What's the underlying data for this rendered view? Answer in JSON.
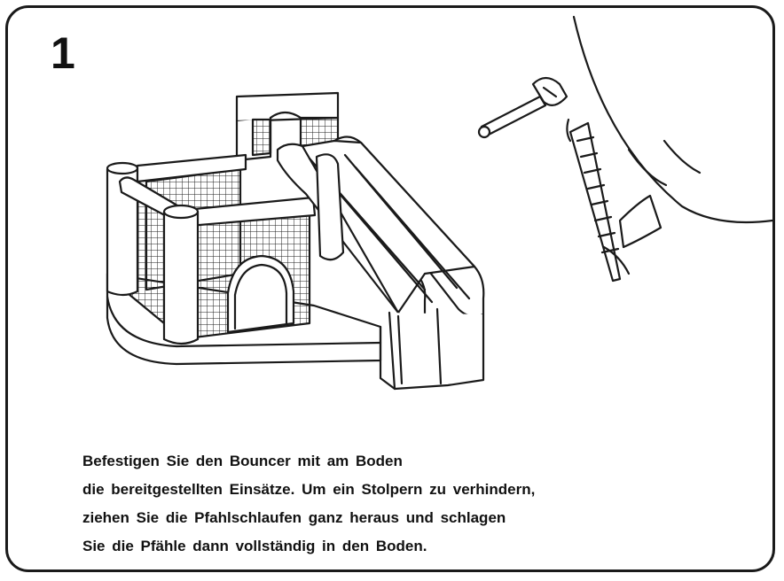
{
  "step": {
    "number": "1"
  },
  "instructions": {
    "lines": [
      "Befestigen Sie den Bouncer mit am Boden",
      "die bereitgestellten Einsätze. Um ein Stolpern zu verhindern,",
      "ziehen Sie die Pfahlschlaufen ganz heraus und schlagen",
      "Sie die Pfähle dann vollständig in den Boden."
    ]
  },
  "colors": {
    "line": "#1a1a1a",
    "background": "#ffffff"
  }
}
